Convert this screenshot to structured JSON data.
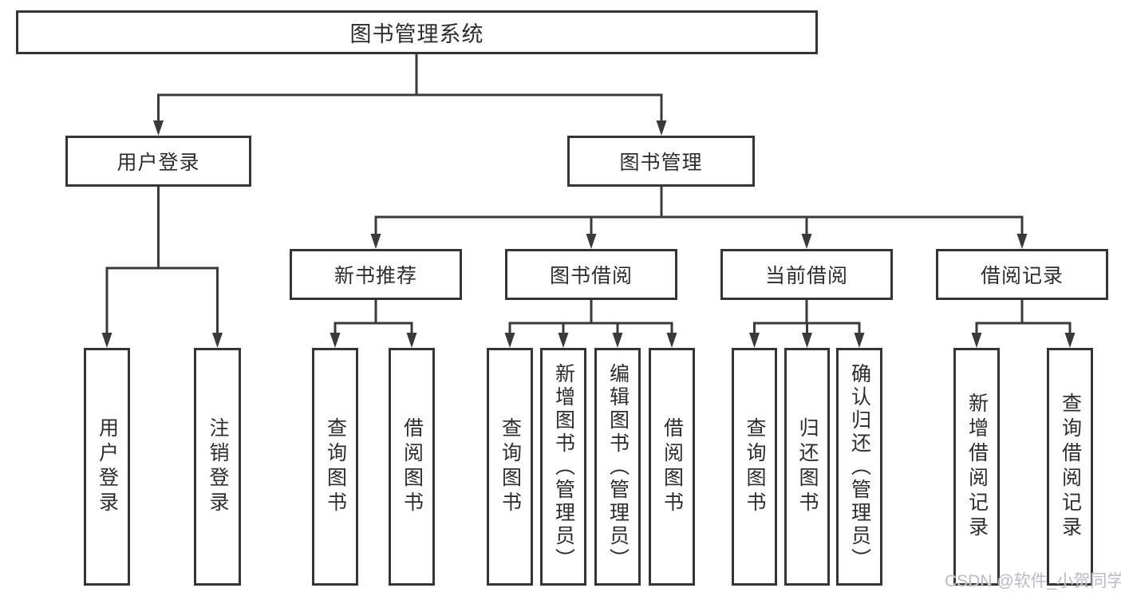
{
  "diagram": {
    "root": {
      "label": "图书管理系统"
    },
    "children": [
      {
        "label": "用户登录",
        "children": [
          {
            "label": "用户登录"
          },
          {
            "label": "注销登录"
          }
        ]
      },
      {
        "label": "图书管理",
        "children": [
          {
            "label": "新书推荐",
            "children": [
              {
                "label": "查询图书"
              },
              {
                "label": "借阅图书"
              }
            ]
          },
          {
            "label": "图书借阅",
            "children": [
              {
                "label": "查询图书"
              },
              {
                "label": "新增图书（管理员）"
              },
              {
                "label": "编辑图书（管理员）"
              },
              {
                "label": "借阅图书"
              }
            ]
          },
          {
            "label": "当前借阅",
            "children": [
              {
                "label": "查询图书"
              },
              {
                "label": "归还图书"
              },
              {
                "label": "确认归还（管理员）"
              }
            ]
          },
          {
            "label": "借阅记录",
            "children": [
              {
                "label": "新增借阅记录"
              },
              {
                "label": "查询借阅记录"
              }
            ]
          }
        ]
      }
    ]
  },
  "colors": {
    "line": "#353535",
    "text": "#2d2d2d",
    "background": "#ffffff",
    "watermark": "#b9bdc1"
  },
  "watermark": {
    "text": "CSDN @软件_小贺同学"
  }
}
